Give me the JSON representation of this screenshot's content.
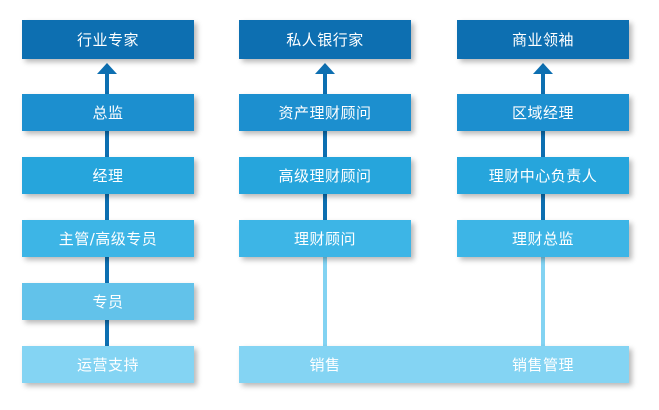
{
  "colors": {
    "top": "#0d6fb1",
    "level1": "#1c8fcf",
    "level2": "#26a5dc",
    "level3": "#3db5e6",
    "level4": "#62c2ea",
    "base": "#84d4f3",
    "arrow_dark": "#0d6fb1",
    "arrow_light": "#82d3f2"
  },
  "columns": [
    {
      "top": "行业专家",
      "steps": [
        "总监",
        "经理",
        "主管/高级专员",
        "专员"
      ],
      "base": "运营支持"
    },
    {
      "top": "私人银行家",
      "steps": [
        "资产理财顾问",
        "高级理财顾问",
        "理财顾问"
      ],
      "base": "销售"
    },
    {
      "top": "商业领袖",
      "steps": [
        "区域经理",
        "理财中心负责人",
        "理财总监"
      ],
      "base": "销售管理"
    }
  ]
}
